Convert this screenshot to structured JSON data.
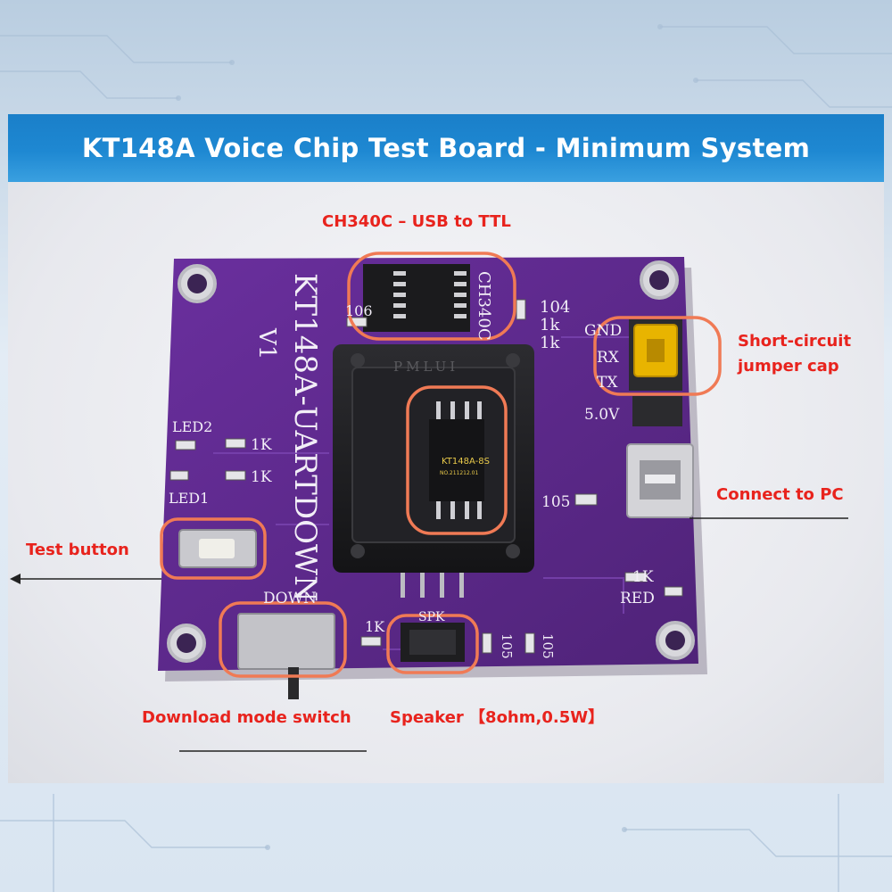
{
  "title": "KT148A Voice Chip Test Board - Minimum System",
  "annotations": {
    "ch340c": "CH340C – USB to TTL",
    "jumper_line1": "Short-circuit",
    "jumper_line2": "jumper cap",
    "connect_pc": "Connect to PC",
    "test_button": "Test button",
    "download_switch": "Download mode switch",
    "speaker": "Speaker 【8ohm,0.5W】"
  },
  "silkscreen": {
    "board_name": "KT148A-UARTDOWN",
    "version": "V1",
    "ch340": "CH340C",
    "cap_106": "106",
    "cap_104": "104",
    "res_1k_a": "1k",
    "res_1k_b": "1k",
    "gnd": "GND",
    "rx": "RX",
    "tx": "TX",
    "v50": "5.0V",
    "led2": "LED2",
    "led1": "LED1",
    "res_1K_led2": "1K",
    "res_1K_led1": "1K",
    "cap_105_mid": "105",
    "res_1K_red": "1K",
    "red": "RED",
    "down": "DOWN",
    "res_1K_down": "1K",
    "spk": "SPK",
    "cap_105_a": "105",
    "cap_105_b": "105",
    "socket_brand": "PMLUI",
    "chip_name": "KT148A-8S",
    "chip_code": "NO.211212.01"
  },
  "colors": {
    "title_bar": "#1e88d2",
    "annotation": "#e8231d",
    "board": "#5b2a8c",
    "highlight_ring": "#f07a55",
    "jumper": "#e8b400"
  }
}
